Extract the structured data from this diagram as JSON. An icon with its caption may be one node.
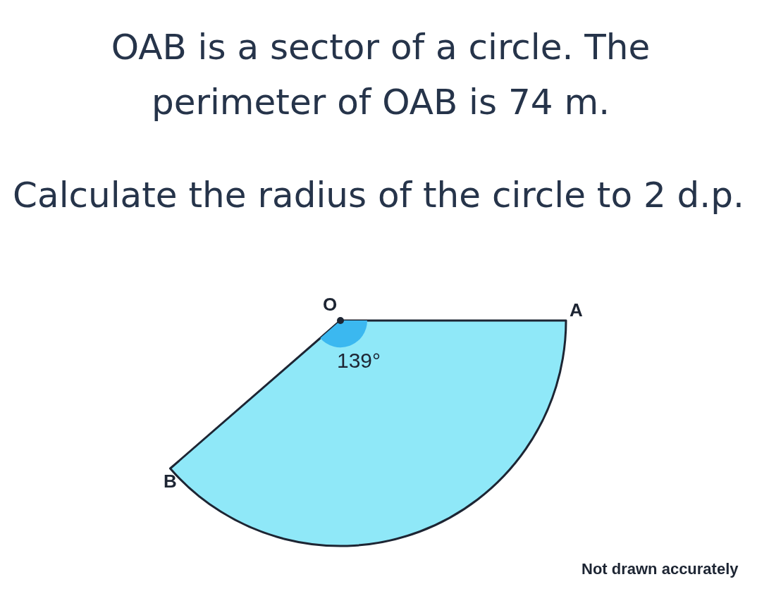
{
  "diagram": {
    "title": "OAB is a sector of a circle. The perimeter of OAB is 74 m.",
    "labels": [
      "Calculate the radius of the circle to 2 d.p.",
      "O",
      "A",
      "139°",
      "B",
      "Not drawn accurately"
    ]
  }
}
